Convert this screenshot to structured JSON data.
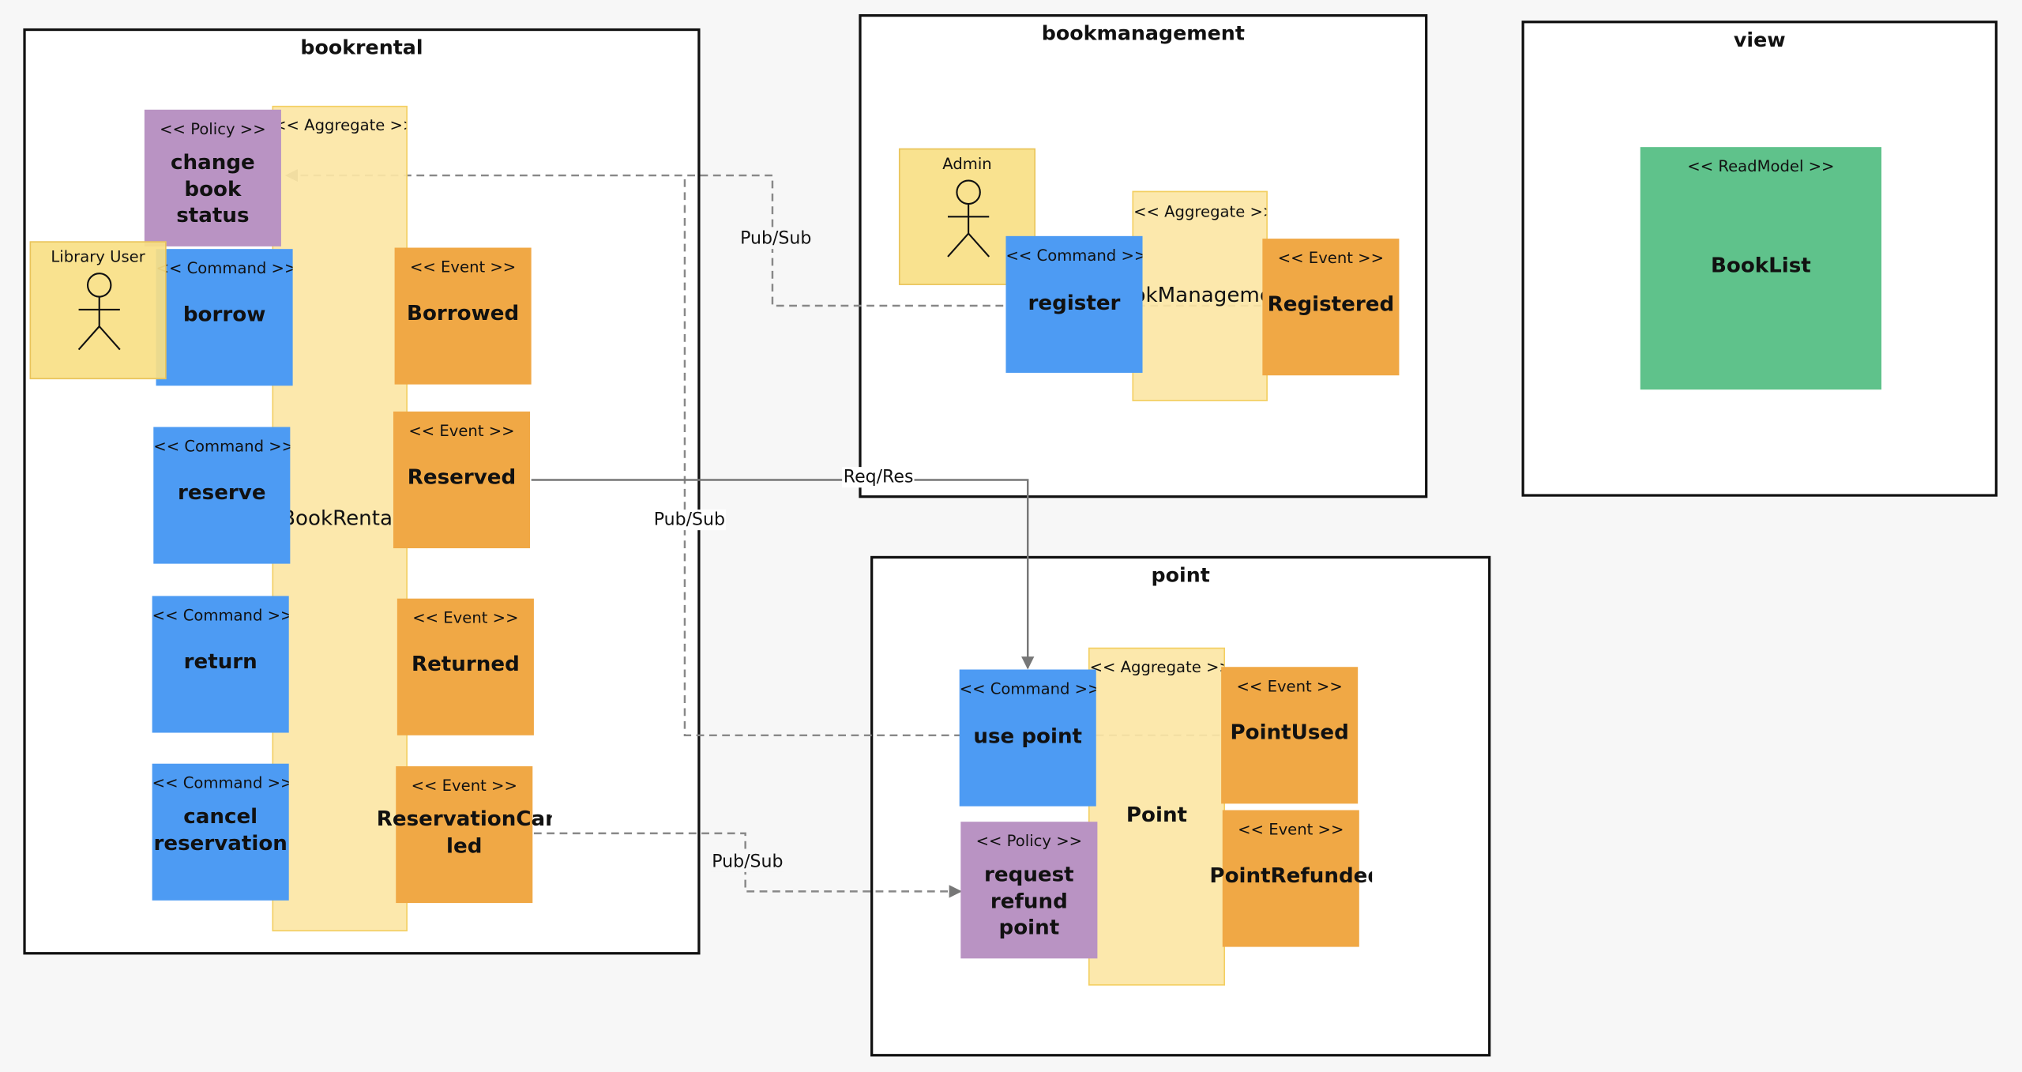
{
  "contexts": {
    "bookrental": "bookrental",
    "bookmanagement": "bookmanagement",
    "view": "view",
    "point": "point"
  },
  "bookrental": {
    "policy_change_status": {
      "stereotype": "<< Policy >>",
      "name": "change book\nstatus"
    },
    "aggregate": {
      "stereotype": "<< Aggregate >>",
      "name": "BookRental"
    },
    "actor": {
      "label": "Library User"
    },
    "cmd_borrow": {
      "stereotype": "<< Command >>",
      "name": "borrow"
    },
    "cmd_reserve": {
      "stereotype": "<< Command >>",
      "name": "reserve"
    },
    "cmd_return": {
      "stereotype": "<< Command >>",
      "name": "return"
    },
    "cmd_cancel": {
      "stereotype": "<< Command >>",
      "name": "cancel\nreservation"
    },
    "evt_borrowed": {
      "stereotype": "<< Event >>",
      "name": "Borrowed"
    },
    "evt_reserved": {
      "stereotype": "<< Event >>",
      "name": "Reserved"
    },
    "evt_returned": {
      "stereotype": "<< Event >>",
      "name": "Returned"
    },
    "evt_cancelled": {
      "stereotype": "<< Event >>",
      "name": "ReservationCance\nled"
    }
  },
  "bookmanagement": {
    "actor": {
      "label": "Admin"
    },
    "aggregate": {
      "stereotype": "<< Aggregate >>",
      "name": "BookManagement"
    },
    "cmd_register": {
      "stereotype": "<< Command >>",
      "name": "register"
    },
    "evt_registered": {
      "stereotype": "<< Event >>",
      "name": "Registered"
    }
  },
  "view": {
    "readmodel": {
      "stereotype": "<< ReadModel >>",
      "name": "BookList"
    }
  },
  "point": {
    "aggregate": {
      "stereotype": "<< Aggregate >>",
      "name": "Point"
    },
    "cmd_use_point": {
      "stereotype": "<< Command >>",
      "name": "use point"
    },
    "policy_refund": {
      "stereotype": "<< Policy >>",
      "name": "request refund\npoint"
    },
    "evt_point_used": {
      "stereotype": "<< Event >>",
      "name": "PointUsed"
    },
    "evt_point_refunded": {
      "stereotype": "<< Event >>",
      "name": "PointRefunded"
    }
  },
  "connectors": {
    "registered_to_change_status": "Pub/Sub",
    "reserved_to_use_point": "Req/Res",
    "pointused_to_change_status": "Pub/Sub",
    "cancelled_to_refund": "Pub/Sub"
  },
  "colors": {
    "command": "#4d9bf3",
    "event": "#f0a845",
    "policy": "#b993c3",
    "aggregate": "#fce6a5",
    "actor": "#f9e085",
    "readmodel": "#5fc28b"
  }
}
